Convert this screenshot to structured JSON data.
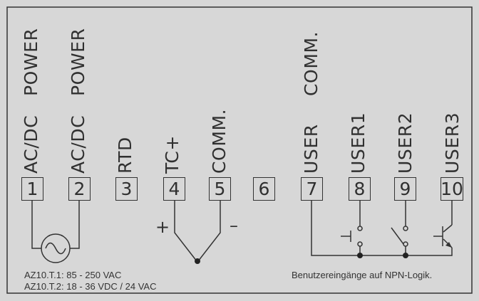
{
  "labels": {
    "t1_top": "POWER",
    "t1_bottom": "AC/DC",
    "t2_top": "POWER",
    "t2_bottom": "AC/DC",
    "t3": "RTD",
    "t4": "TC+",
    "t5": "COMM.",
    "t7_top": "COMM.",
    "t7_bottom": "USER",
    "t8": "USER1",
    "t9": "USER2",
    "t10": "USER3"
  },
  "terminals": [
    "1",
    "2",
    "3",
    "4",
    "5",
    "6",
    "7",
    "8",
    "9",
    "10"
  ],
  "polarity": {
    "plus": "+",
    "minus": "–"
  },
  "notes": {
    "model1": "AZ10.T.1: 85 - 250 VAC",
    "model2": "AZ10.T.2: 18 - 36 VDC / 24 VAC",
    "inputs": "Benutzereingänge auf NPN-Logik."
  }
}
